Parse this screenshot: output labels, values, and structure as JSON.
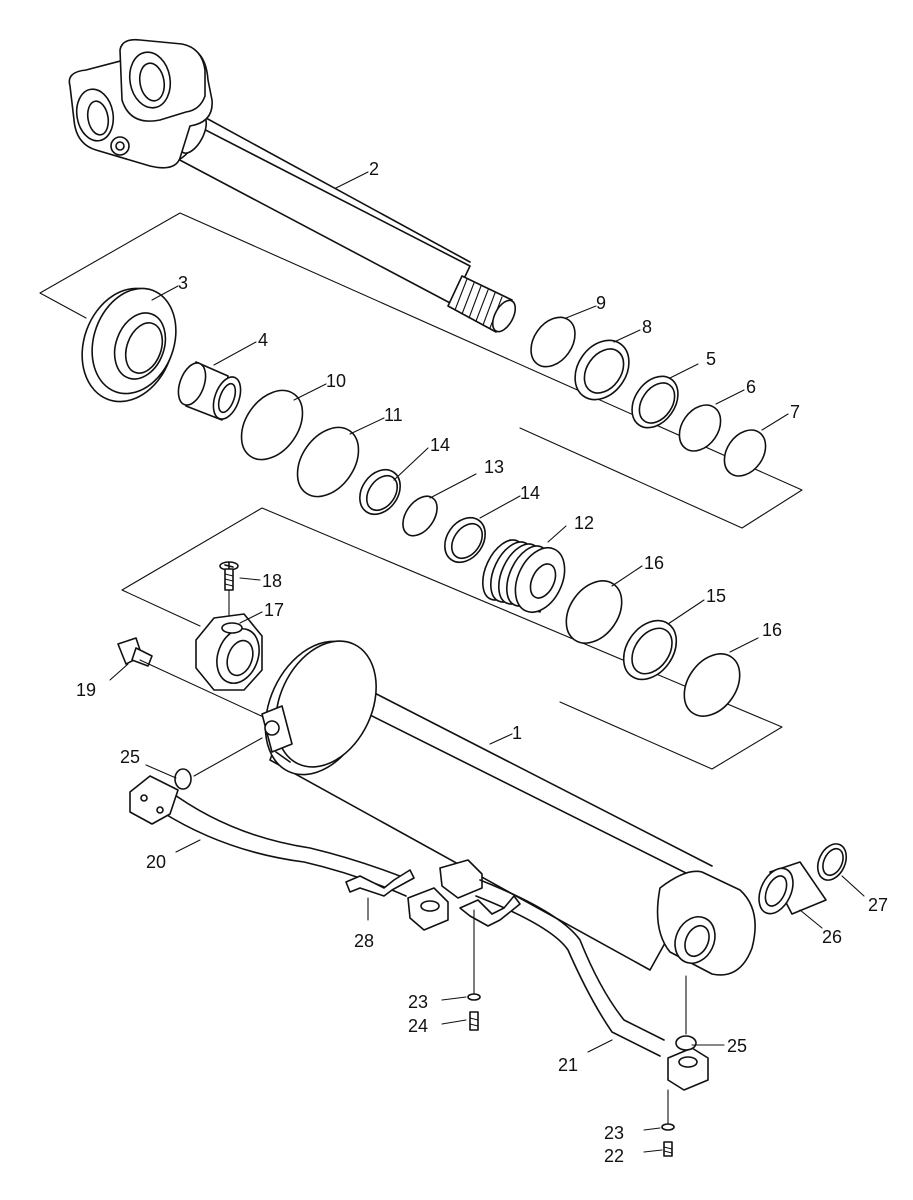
{
  "diagram": {
    "callouts": [
      {
        "id": "c-1",
        "number": "1"
      },
      {
        "id": "c-2",
        "number": "2"
      },
      {
        "id": "c-3",
        "number": "3"
      },
      {
        "id": "c-4",
        "number": "4"
      },
      {
        "id": "c-5",
        "number": "5"
      },
      {
        "id": "c-6",
        "number": "6"
      },
      {
        "id": "c-7",
        "number": "7"
      },
      {
        "id": "c-8",
        "number": "8"
      },
      {
        "id": "c-9",
        "number": "9"
      },
      {
        "id": "c-10",
        "number": "10"
      },
      {
        "id": "c-11",
        "number": "11"
      },
      {
        "id": "c-12",
        "number": "12"
      },
      {
        "id": "c-13",
        "number": "13"
      },
      {
        "id": "c-14a",
        "number": "14"
      },
      {
        "id": "c-14b",
        "number": "14"
      },
      {
        "id": "c-15",
        "number": "15"
      },
      {
        "id": "c-16a",
        "number": "16"
      },
      {
        "id": "c-16b",
        "number": "16"
      },
      {
        "id": "c-17",
        "number": "17"
      },
      {
        "id": "c-18",
        "number": "18"
      },
      {
        "id": "c-19",
        "number": "19"
      },
      {
        "id": "c-20",
        "number": "20"
      },
      {
        "id": "c-21",
        "number": "21"
      },
      {
        "id": "c-22",
        "number": "22"
      },
      {
        "id": "c-23a",
        "number": "23"
      },
      {
        "id": "c-23b",
        "number": "23"
      },
      {
        "id": "c-24",
        "number": "24"
      },
      {
        "id": "c-25a",
        "number": "25"
      },
      {
        "id": "c-25b",
        "number": "25"
      },
      {
        "id": "c-26",
        "number": "26"
      },
      {
        "id": "c-27",
        "number": "27"
      },
      {
        "id": "c-28",
        "number": "28"
      }
    ]
  }
}
